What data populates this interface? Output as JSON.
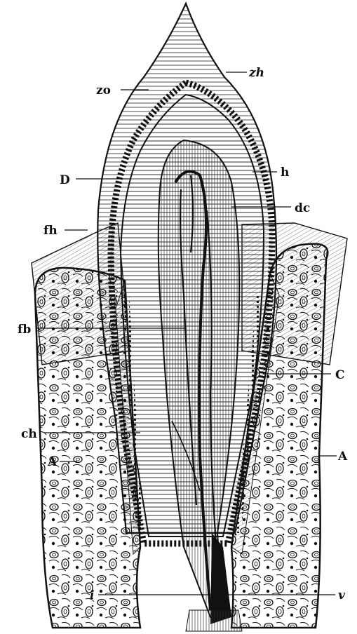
{
  "labels": {
    "zh": "zh",
    "zo": "zo",
    "D": "D",
    "h": "h",
    "dc": "dc",
    "fh": "fh",
    "fb": "fb",
    "C": "C",
    "ch": "ch",
    "A_left": "A",
    "A_right": "A",
    "i": "i",
    "v": "v"
  },
  "colors": {
    "ink": "#111111",
    "paper": "#ffffff"
  }
}
